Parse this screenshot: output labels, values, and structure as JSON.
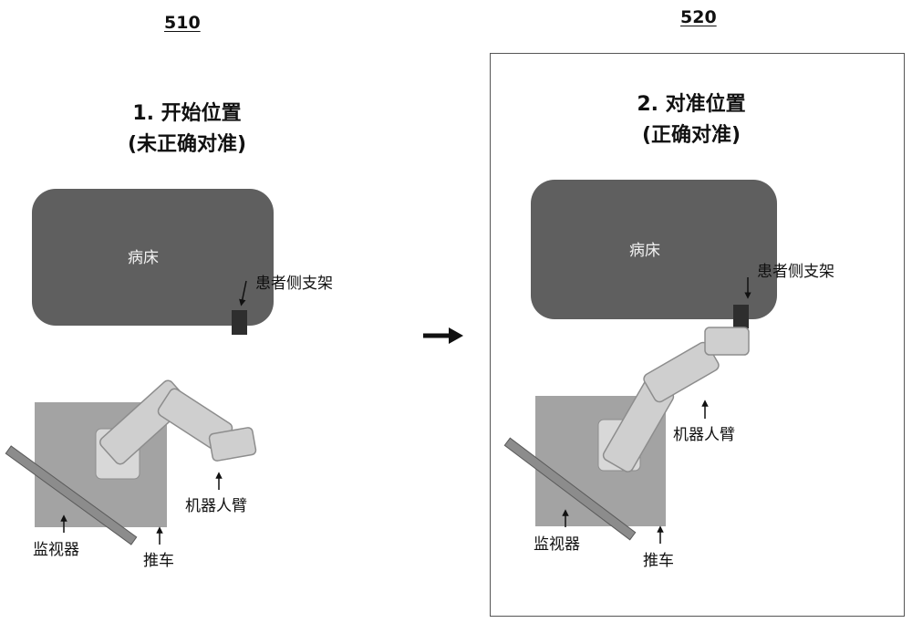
{
  "panels": [
    {
      "ref": "510",
      "title_line1": "1. 开始位置",
      "title_line2": "(未正确对准)",
      "bed_label": "病床",
      "bracket_label": "患者侧支架",
      "arm_label": "机器人臂",
      "monitor_label": "监视器",
      "cart_label": "推车"
    },
    {
      "ref": "520",
      "title_line1": "2. 对准位置",
      "title_line2": "(正确对准)",
      "bed_label": "病床",
      "bracket_label": "患者侧支架",
      "arm_label": "机器人臂",
      "monitor_label": "监视器",
      "cart_label": "推车"
    }
  ],
  "transition_arrow": "right-arrow-icon",
  "colors": {
    "bed": "#5f5f5f",
    "bracket": "#2e2e2e",
    "cart": "#a3a3a3",
    "arm": "#cfcfcf",
    "arm_stroke": "#8d8d8d",
    "monitor": "#8c8c8c"
  }
}
